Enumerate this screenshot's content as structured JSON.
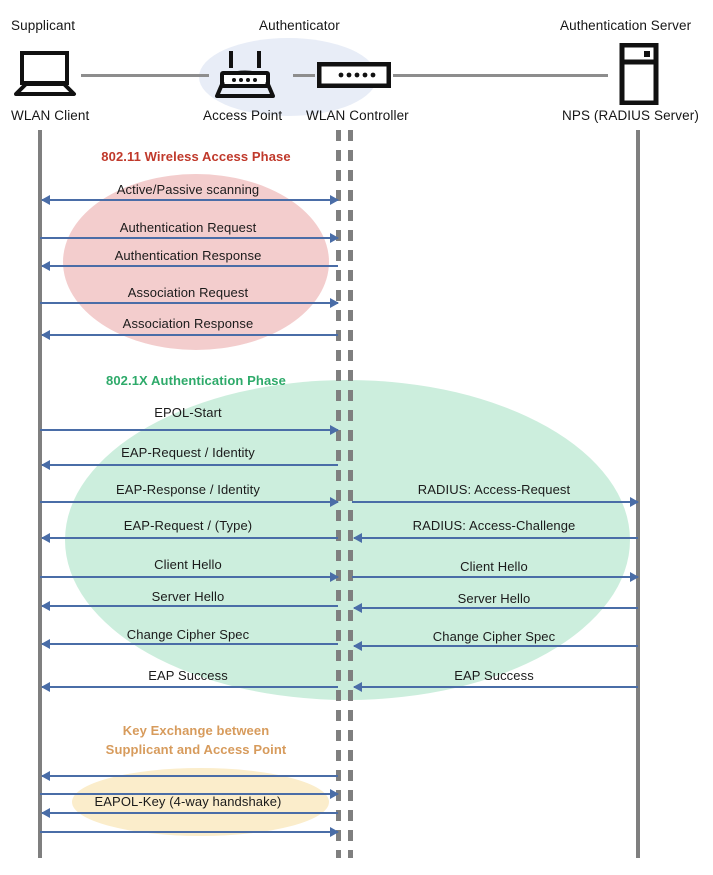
{
  "header": {
    "roles": [
      {
        "name": "supplicant",
        "label": "Supplicant"
      },
      {
        "name": "authenticator",
        "label": "Authenticator"
      },
      {
        "name": "authentication-server",
        "label": "Authentication Server"
      }
    ],
    "actors": [
      {
        "name": "wlan-client",
        "label": "WLAN Client",
        "icon": "laptop-icon"
      },
      {
        "name": "access-point",
        "label": "Access Point",
        "icon": "wireless-router-icon"
      },
      {
        "name": "wlan-controller",
        "label": "WLAN Controller",
        "icon": "network-switch-icon"
      },
      {
        "name": "nps-radius-server",
        "label": "NPS (RADIUS Server)",
        "icon": "server-tower-icon"
      }
    ]
  },
  "phases": [
    {
      "name": "wireless-access-phase",
      "caption": "802.11 Wireless Access Phase",
      "color": "#c0392b",
      "blob_color": "#f3cdcd",
      "messages": [
        {
          "label": "Active/Passive scanning",
          "direction": "both",
          "side": "left"
        },
        {
          "label": "Authentication Request",
          "direction": "right",
          "side": "left"
        },
        {
          "label": "Authentication Response",
          "direction": "left",
          "side": "left"
        },
        {
          "label": "Association Request",
          "direction": "right",
          "side": "left"
        },
        {
          "label": "Association Response",
          "direction": "left",
          "side": "left"
        }
      ]
    },
    {
      "name": "dot1x-authentication-phase",
      "caption": "802.1X Authentication Phase",
      "color": "#2eaa6a",
      "blob_color": "#cceedd",
      "messages": [
        {
          "label": "EPOL-Start",
          "direction": "right",
          "side": "left"
        },
        {
          "label": "EAP-Request / Identity",
          "direction": "left",
          "side": "left"
        },
        {
          "label": "EAP-Response / Identity",
          "direction": "right",
          "side": "left"
        },
        {
          "label": "RADIUS: Access-Request",
          "direction": "right",
          "side": "right"
        },
        {
          "label": "EAP-Request / (Type)",
          "direction": "left",
          "side": "left"
        },
        {
          "label": "RADIUS: Access-Challenge",
          "direction": "left",
          "side": "right"
        },
        {
          "label": "Client Hello",
          "direction": "right",
          "side": "left"
        },
        {
          "label": "Client Hello",
          "direction": "right",
          "side": "right"
        },
        {
          "label": "Server Hello",
          "direction": "left",
          "side": "left"
        },
        {
          "label": "Server Hello",
          "direction": "left",
          "side": "right"
        },
        {
          "label": "Change Cipher Spec",
          "direction": "left",
          "side": "left"
        },
        {
          "label": "Change Cipher Spec",
          "direction": "left",
          "side": "right"
        },
        {
          "label": "EAP Success",
          "direction": "left",
          "side": "left"
        },
        {
          "label": "EAP Success",
          "direction": "left",
          "side": "right"
        }
      ]
    },
    {
      "name": "key-exchange-phase",
      "caption": "Key Exchange between\nSupplicant and Access Point",
      "caption_line1": "Key Exchange between",
      "caption_line2": "Supplicant and Access Point",
      "color": "#d79b5c",
      "blob_color": "#fbedcb",
      "handshake_label": "EAPOL-Key (4-way handshake)",
      "messages": [
        {
          "label": "",
          "direction": "left",
          "side": "left"
        },
        {
          "label": "",
          "direction": "right",
          "side": "left"
        },
        {
          "label": "",
          "direction": "left",
          "side": "left"
        },
        {
          "label": "",
          "direction": "right",
          "side": "left"
        }
      ]
    }
  ],
  "colors": {
    "arrow": "#4a6da7",
    "lifeline": "#7f7f7f",
    "authenticator_blob": "#e8edf7"
  }
}
